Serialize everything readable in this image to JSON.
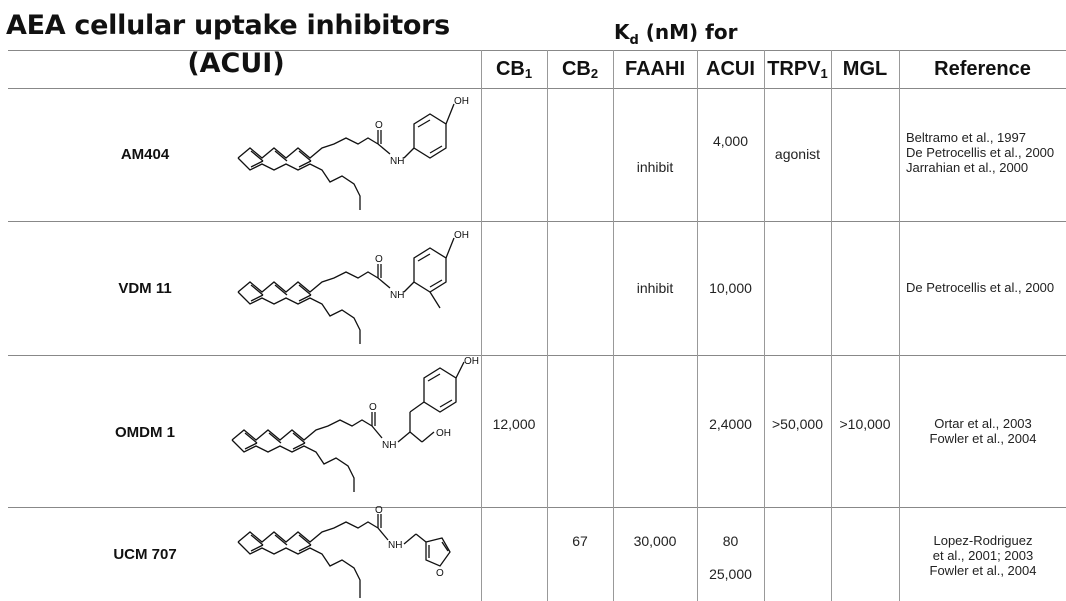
{
  "title": "AEA cellular uptake inhibitors",
  "subtitle": "(ACUI)",
  "kd_header": {
    "prefix": "K",
    "sub": "d",
    "suffix": " (nM) for"
  },
  "columns": [
    {
      "main": "CB",
      "sub": "1"
    },
    {
      "main": "CB",
      "sub": "2"
    },
    {
      "main": "FAAHI",
      "sub": ""
    },
    {
      "main": "ACUI",
      "sub": ""
    },
    {
      "main": "TRPV",
      "sub": "1"
    },
    {
      "main": "MGL",
      "sub": ""
    },
    {
      "main": "Reference",
      "sub": ""
    }
  ],
  "atom_labels": {
    "oh": "OH",
    "nh": "NH",
    "o": "O"
  },
  "rows": [
    {
      "name": "AM404",
      "faahi": "inhibit",
      "acui": "4,000",
      "trpv1": "agonist",
      "refs": [
        "Beltramo et al., 1997",
        "De Petrocellis et al., 2000",
        "Jarrahian et al., 2000"
      ]
    },
    {
      "name": "VDM 11",
      "faahi": "inhibit",
      "acui": "10,000",
      "refs": [
        "De Petrocellis et al., 2000"
      ]
    },
    {
      "name": "OMDM 1",
      "cb1": "12,000",
      "acui": "2,4000",
      "trpv1": ">50,000",
      "mgl": ">10,000",
      "refs": [
        "Ortar et al., 2003",
        "Fowler et al., 2004"
      ]
    },
    {
      "name": "UCM 707",
      "cb2": "67",
      "faahi": "30,000",
      "acui": "80",
      "acui2": "25,000",
      "refs": [
        "Lopez-Rodriguez",
        "et al., 2001; 2003",
        "Fowler et al., 2004"
      ]
    }
  ]
}
